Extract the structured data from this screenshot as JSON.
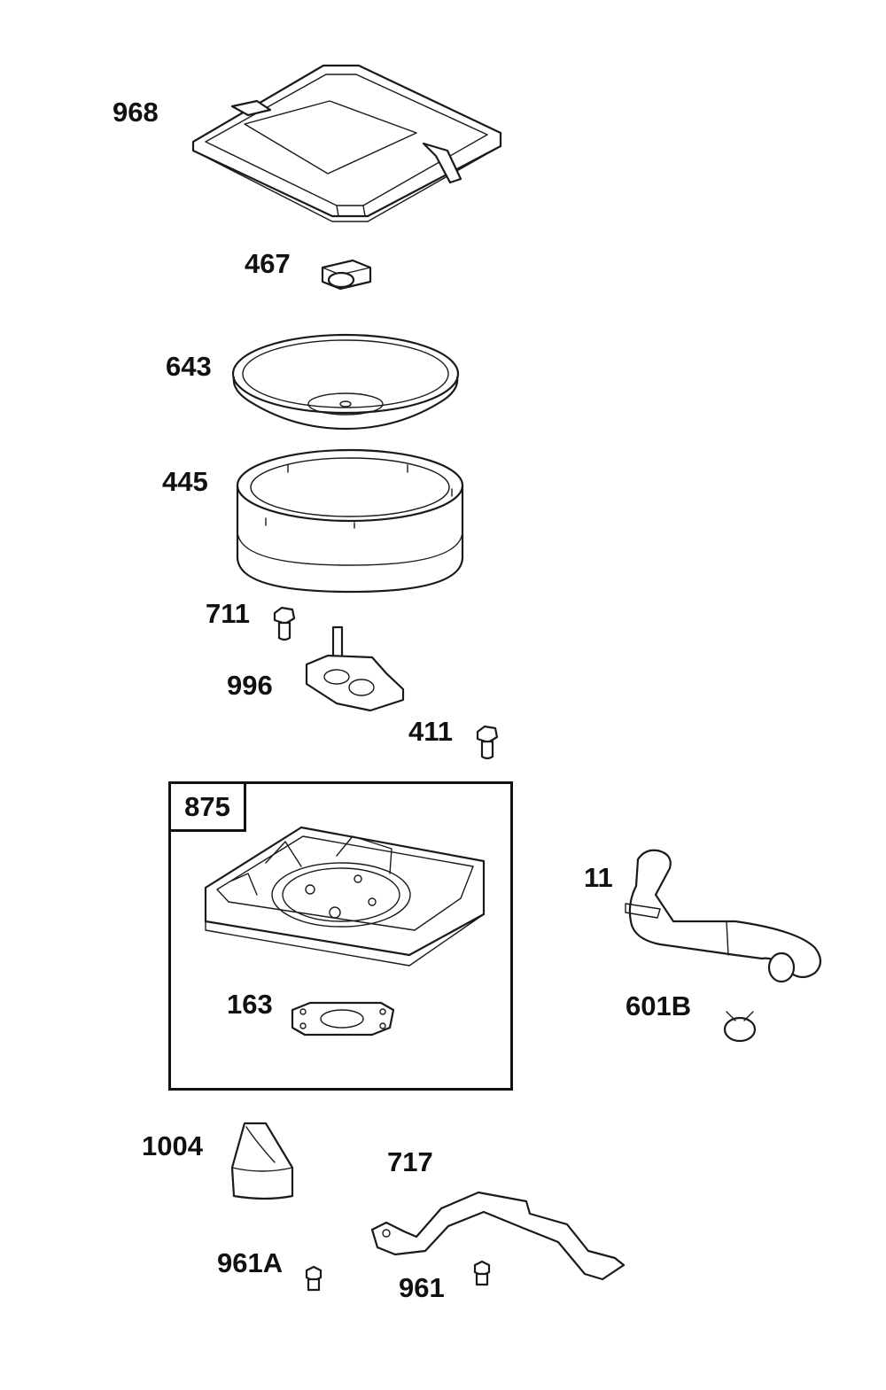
{
  "parts": {
    "p968": "968",
    "p467": "467",
    "p643": "643",
    "p445": "445",
    "p711": "711",
    "p996": "996",
    "p411": "411",
    "p875": "875",
    "p163": "163",
    "p11": "11",
    "p601B": "601B",
    "p1004": "1004",
    "p717": "717",
    "p961A": "961A",
    "p961": "961"
  },
  "colors": {
    "line": "#1a1a1a",
    "background": "#ffffff"
  }
}
